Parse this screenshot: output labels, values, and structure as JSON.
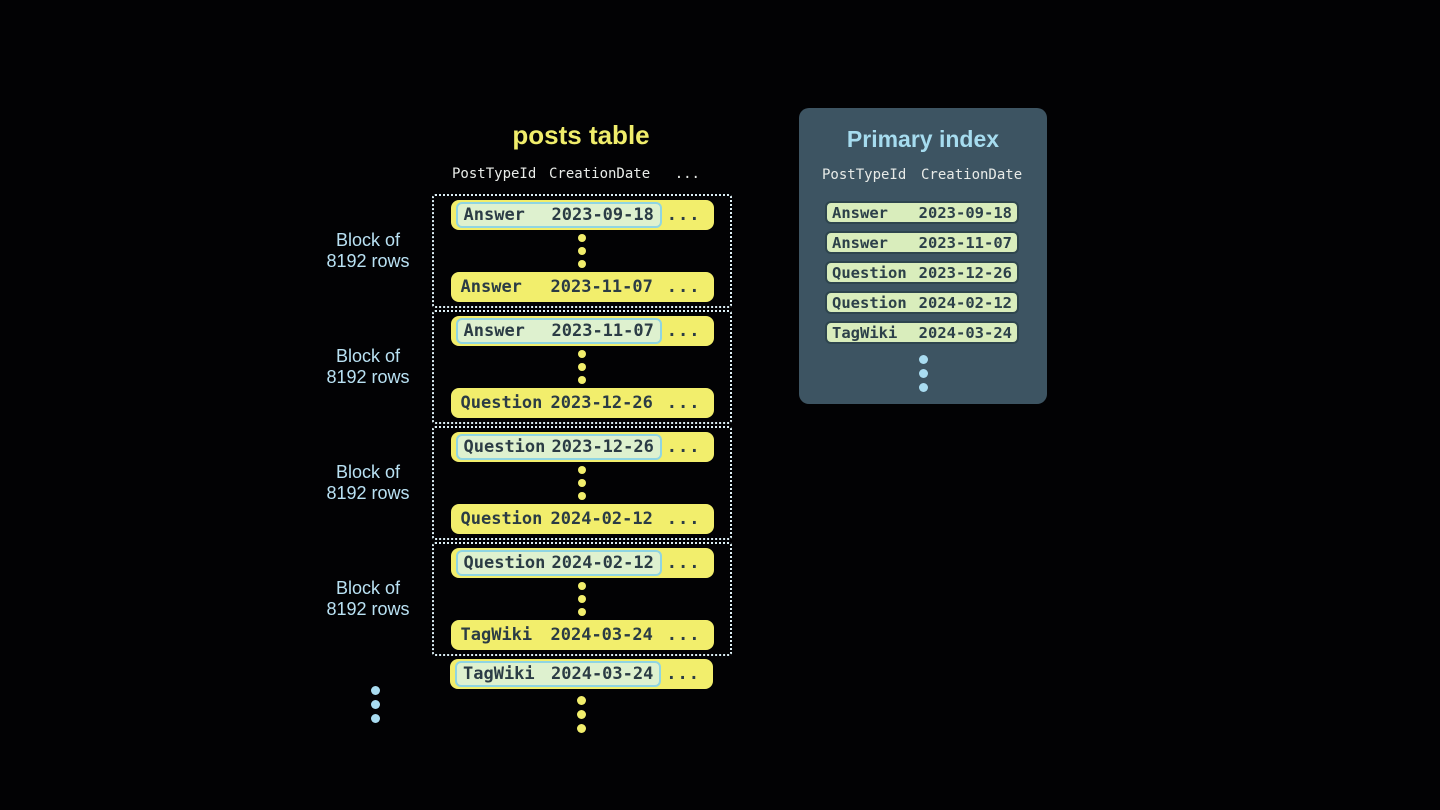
{
  "posts_table": {
    "title": "posts table",
    "columns": [
      "PostTypeId",
      "CreationDate",
      "..."
    ],
    "more": "...",
    "blocks": [
      {
        "label_line1": "Block of",
        "label_line2": "8192 rows",
        "first": {
          "type": "Answer",
          "date": "2023-09-18"
        },
        "last": {
          "type": "Answer",
          "date": "2023-11-07"
        }
      },
      {
        "label_line1": "Block of",
        "label_line2": "8192 rows",
        "first": {
          "type": "Answer",
          "date": "2023-11-07"
        },
        "last": {
          "type": "Question",
          "date": "2023-12-26"
        }
      },
      {
        "label_line1": "Block of",
        "label_line2": "8192 rows",
        "first": {
          "type": "Question",
          "date": "2023-12-26"
        },
        "last": {
          "type": "Question",
          "date": "2024-02-12"
        }
      },
      {
        "label_line1": "Block of",
        "label_line2": "8192 rows",
        "first": {
          "type": "Question",
          "date": "2024-02-12"
        },
        "last": {
          "type": "TagWiki",
          "date": "2024-03-24"
        }
      }
    ],
    "overflow_row": {
      "type": "TagWiki",
      "date": "2024-03-24"
    }
  },
  "primary_index": {
    "title": "Primary index",
    "columns": [
      "PostTypeId",
      "CreationDate"
    ],
    "rows": [
      {
        "type": "Answer",
        "date": "2023-09-18"
      },
      {
        "type": "Answer",
        "date": "2023-11-07"
      },
      {
        "type": "Question",
        "date": "2023-12-26"
      },
      {
        "type": "Question",
        "date": "2024-02-12"
      },
      {
        "type": "TagWiki",
        "date": "2024-03-24"
      }
    ]
  },
  "colors": {
    "background": "#020204",
    "row_yellow": "#f2ee6c",
    "row_text_dark": "#2b3c45",
    "block_dotted_border": "#dceef4",
    "label_light_blue": "#b9e1f3",
    "index_panel_bg": "#3d5462",
    "index_title_blue": "#a6dcef",
    "index_row_green": "#d9edbc",
    "highlight_green": "#def1cf",
    "highlight_border_blue": "#8fd5e3",
    "dots_blue": "#a9dcf1"
  }
}
